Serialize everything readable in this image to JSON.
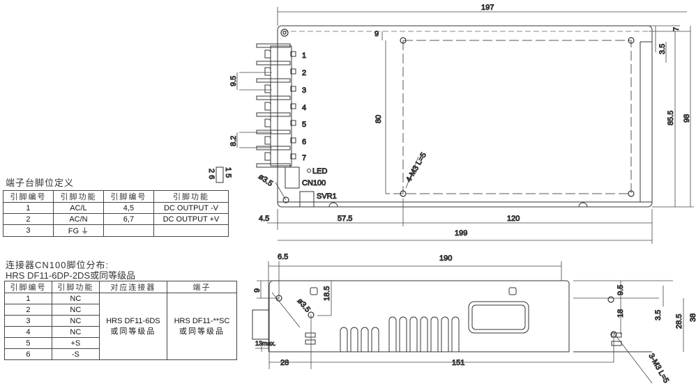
{
  "terminal_table": {
    "title": "端子台脚位定义",
    "headers": [
      "引脚编号",
      "引脚功能",
      "引脚编号",
      "引脚功能"
    ],
    "rows": [
      [
        "1",
        "AC/L",
        "4,5",
        "DC OUTPUT -V"
      ],
      [
        "2",
        "AC/N",
        "6,7",
        "DC OUTPUT +V"
      ],
      [
        "3",
        "FG ⏚",
        "",
        ""
      ]
    ]
  },
  "cn_table": {
    "title1": "连接器CN100脚位分布:",
    "title2": "HRS DF11-6DP-2DS或同等级品",
    "headers": [
      "引脚编号",
      "引脚功能",
      "对应连接器",
      "端子"
    ],
    "rows": [
      [
        "1",
        "NC"
      ],
      [
        "2",
        "NC"
      ],
      [
        "3",
        "NC"
      ],
      [
        "4",
        "NC"
      ],
      [
        "5",
        "+S"
      ],
      [
        "6",
        "-S"
      ]
    ],
    "connector": "HRS DF11-6DS",
    "connector_sub": "或同等级品",
    "terminal": "HRS DF11-**SC",
    "terminal_sub": "或同等级品"
  },
  "top_view": {
    "dims": {
      "w197": "197",
      "d9": "9",
      "d7": "7",
      "d35": "3.5",
      "d855": "85.5",
      "d98": "98",
      "d95": "9.5",
      "d82": "8.2",
      "d80": "80",
      "d45": "4.5",
      "d575": "57.5",
      "d120": "120",
      "d199": "199",
      "phi": "ø3.5",
      "m3": "4-M3 L=5"
    },
    "pins": [
      "1",
      "2",
      "3",
      "4",
      "5",
      "6",
      "7"
    ],
    "led": "LED",
    "cn": "CN100",
    "svr": "SVR1",
    "conn_a": "1 5",
    "conn_b": "2 6"
  },
  "side_view": {
    "dims": {
      "d65": "6.5",
      "d190": "190",
      "d9": "9",
      "phi": "ø3.5",
      "d185": "18.5",
      "d28": "28",
      "d151": "151",
      "d95": "9.5",
      "d18": "18",
      "d35": "3.5",
      "d285": "28.5",
      "d38": "38",
      "max": "13max.",
      "m3": "3-M3 L=5"
    }
  }
}
